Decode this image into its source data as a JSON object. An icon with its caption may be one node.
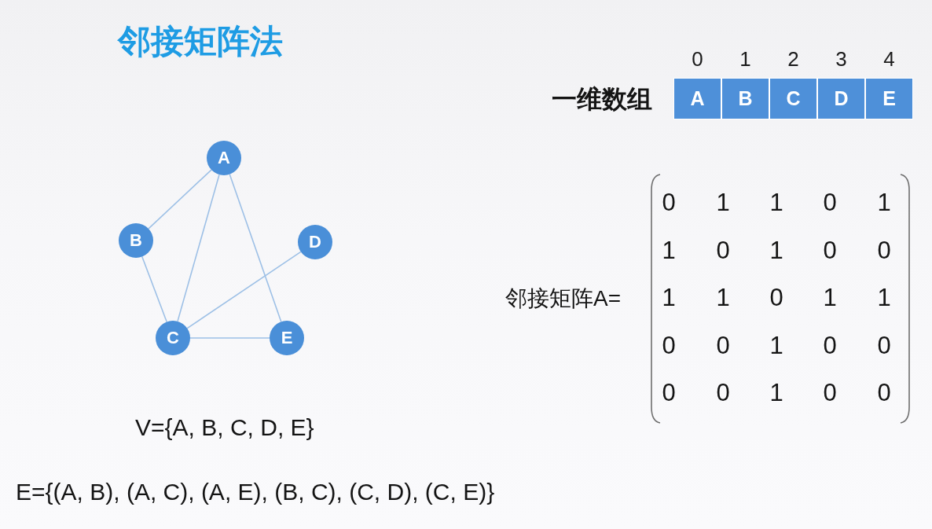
{
  "diagram": {
    "title": "邻接矩阵法",
    "nodes": [
      {
        "text": [
          "A"
        ]
      },
      {
        "text": [
          "B"
        ]
      },
      {
        "text": [
          "C"
        ]
      },
      {
        "text": [
          "D"
        ]
      },
      {
        "text": [
          "E"
        ]
      },
      {
        "text": [
          "A"
        ],
        "beside": [
          "0"
        ]
      },
      {
        "text": [
          "B"
        ],
        "beside": [
          "1"
        ]
      },
      {
        "text": [
          "C"
        ],
        "beside": [
          "2"
        ]
      },
      {
        "text": [
          "D"
        ],
        "beside": [
          "3"
        ]
      },
      {
        "text": [
          "E"
        ],
        "beside": [
          "4"
        ]
      }
    ],
    "edges": [
      {
        "from": 0,
        "to": 1,
        "arrow": "none"
      },
      {
        "from": 0,
        "to": 2,
        "arrow": "none"
      },
      {
        "from": 0,
        "to": 4,
        "arrow": "none"
      },
      {
        "from": 1,
        "to": 2,
        "arrow": "none"
      },
      {
        "from": 2,
        "to": 3,
        "arrow": "none"
      },
      {
        "from": 2,
        "to": 4,
        "arrow": "none"
      }
    ],
    "labels": [
      "一维数组",
      "邻接矩阵A=",
      "0",
      "1",
      "1",
      "0",
      "1",
      "1",
      "0",
      "1",
      "0",
      "0",
      "1",
      "1",
      "0",
      "1",
      "1",
      "0",
      "0",
      "1",
      "0",
      "0",
      "0",
      "0",
      "1",
      "0",
      "0",
      "V={A, B, C, D, E}",
      "E={(A, B), (A, C), (A, E), (B, C), (C, D), (C, E)}"
    ]
  }
}
